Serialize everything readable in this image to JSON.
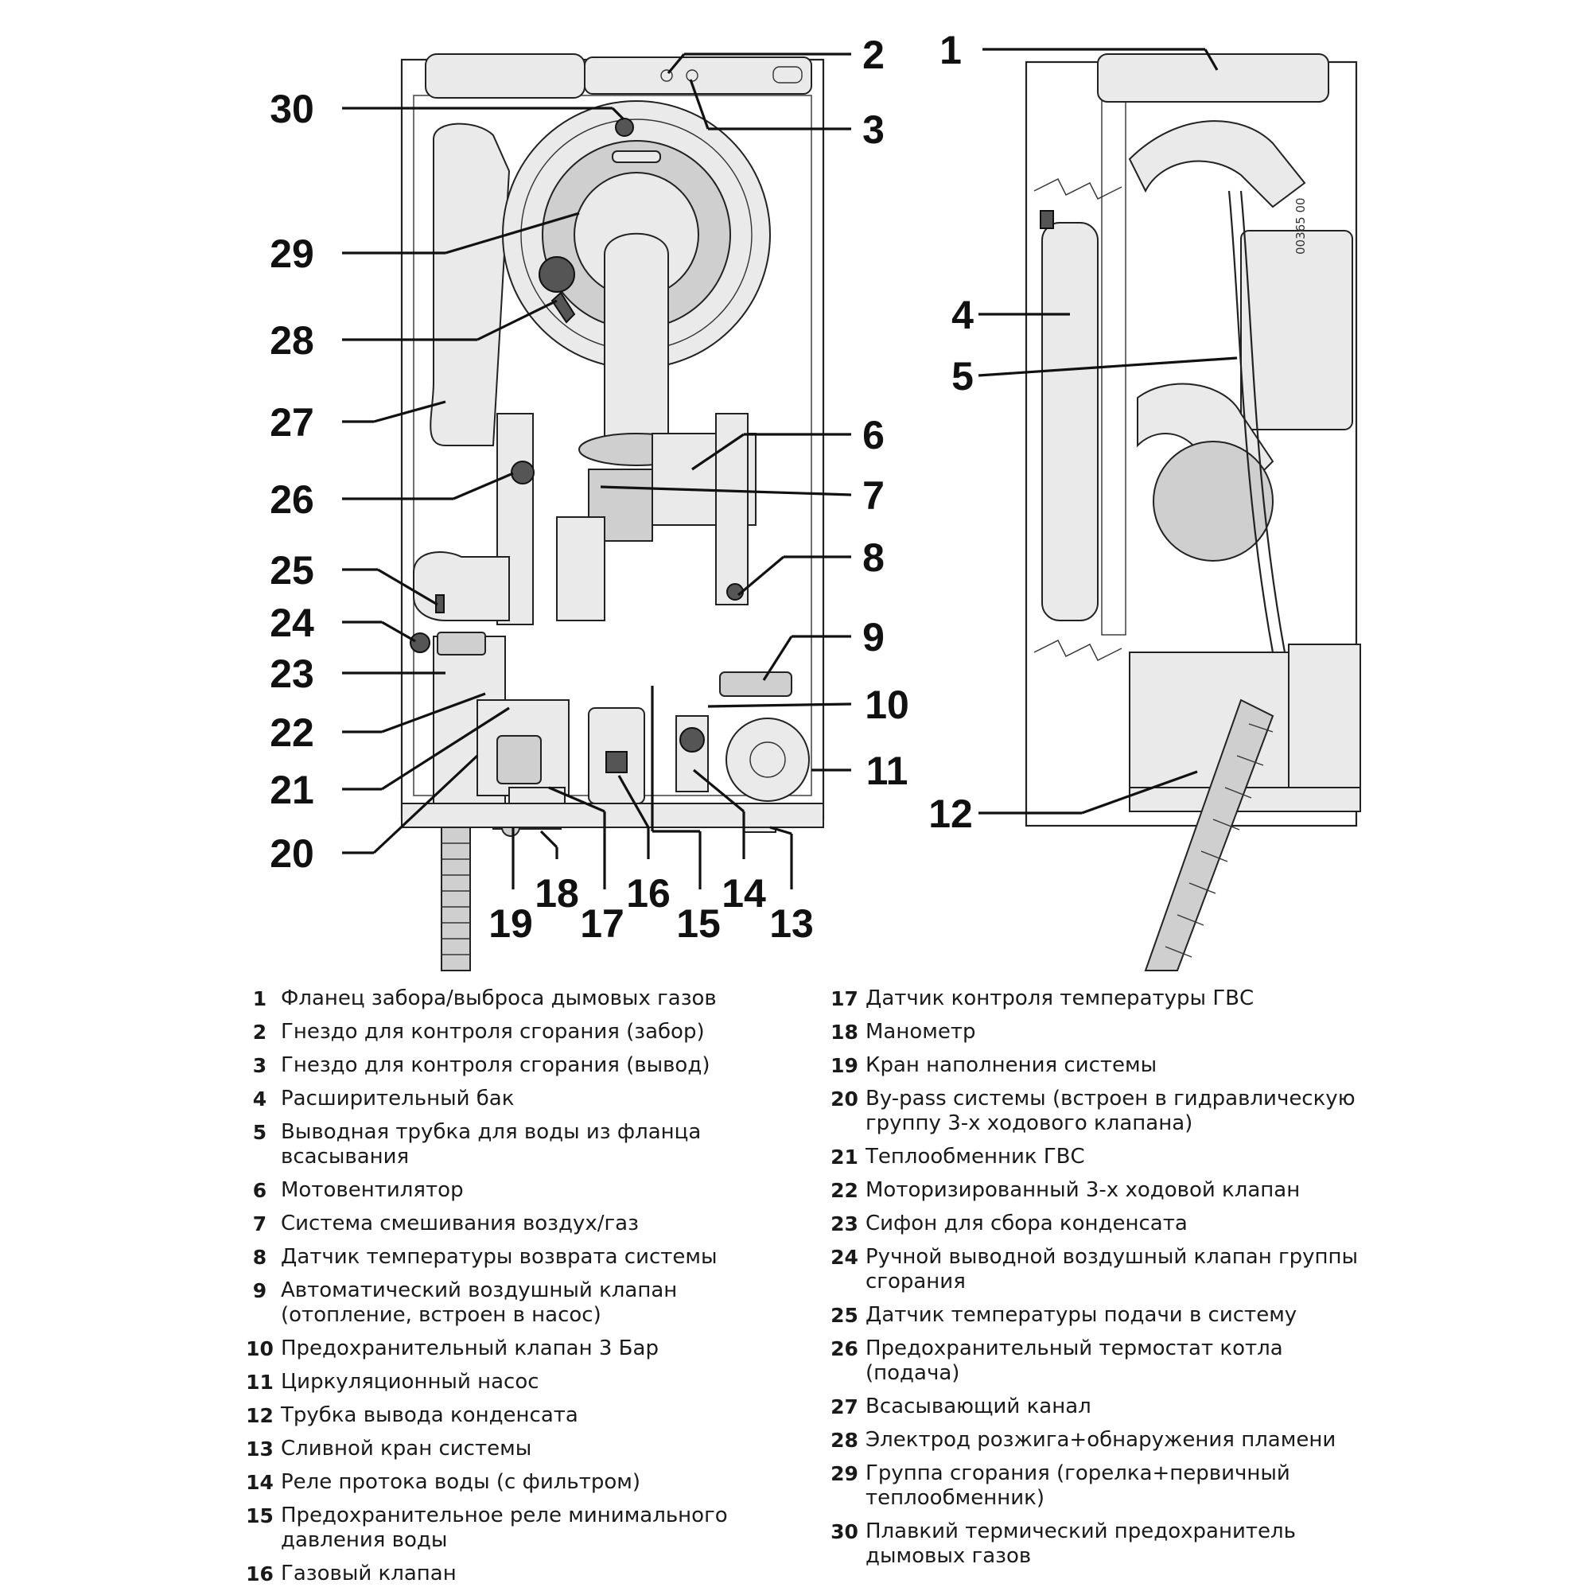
{
  "figure": {
    "code": "00365 00",
    "callouts": [
      "1",
      "2",
      "3",
      "4",
      "5",
      "6",
      "7",
      "8",
      "9",
      "10",
      "11",
      "12",
      "13",
      "14",
      "15",
      "16",
      "17",
      "18",
      "19",
      "20",
      "21",
      "22",
      "23",
      "24",
      "25",
      "26",
      "27",
      "28",
      "29",
      "30"
    ]
  },
  "legend": {
    "left": [
      {
        "num": "1",
        "text": "Фланец забора/выброса дымовых газов"
      },
      {
        "num": "2",
        "text": "Гнездо для контроля сгорания (забор)"
      },
      {
        "num": "3",
        "text": "Гнездо для контроля сгорания (вывод)"
      },
      {
        "num": "4",
        "text": "Расширительный бак"
      },
      {
        "num": "5",
        "text": "Выводная трубка для воды из фланца всасывания"
      },
      {
        "num": "6",
        "text": "Мотовентилятор"
      },
      {
        "num": "7",
        "text": "Система смешивания воздух/газ"
      },
      {
        "num": "8",
        "text": "Датчик температуры возврата системы"
      },
      {
        "num": "9",
        "text": "Автоматический воздушный клапан (отопление, встроен в насос)"
      },
      {
        "num": "10",
        "text": "Предохранительный клапан 3 Бар"
      },
      {
        "num": "11",
        "text": "Циркуляционный насос"
      },
      {
        "num": "12",
        "text": "Трубка вывода конденсата"
      },
      {
        "num": "13",
        "text": "Сливной кран системы"
      },
      {
        "num": "14",
        "text": "Реле протока воды (с фильтром)"
      },
      {
        "num": "15",
        "text": "Предохранительное реле минимального давления воды"
      },
      {
        "num": "16",
        "text": "Газовый клапан"
      }
    ],
    "right": [
      {
        "num": "17",
        "text": "Датчик контроля температуры ГВС"
      },
      {
        "num": "18",
        "text": "Манометр"
      },
      {
        "num": "19",
        "text": "Кран наполнения системы"
      },
      {
        "num": "20",
        "text": "By-pass системы (встроен в гидравлическую группу 3-х ходового клапана)"
      },
      {
        "num": "21",
        "text": "Теплообменник ГВС"
      },
      {
        "num": "22",
        "text": "Моторизированный 3-х ходовой клапан"
      },
      {
        "num": "23",
        "text": "Сифон для сбора конденсата"
      },
      {
        "num": "24",
        "text": "Ручной выводной воздушный клапан группы сгорания"
      },
      {
        "num": "25",
        "text": "Датчик температуры подачи в систему"
      },
      {
        "num": "26",
        "text": "Предохранительный термостат котла (подача)"
      },
      {
        "num": "27",
        "text": "Всасывающий канал"
      },
      {
        "num": "28",
        "text": "Электрод розжига+обнаружения пламени"
      },
      {
        "num": "29",
        "text": "Группа сгорания (горелка+первичный теплообменник)"
      },
      {
        "num": "30",
        "text": "Плавкий термический предохранитель дымовых газов"
      }
    ]
  }
}
